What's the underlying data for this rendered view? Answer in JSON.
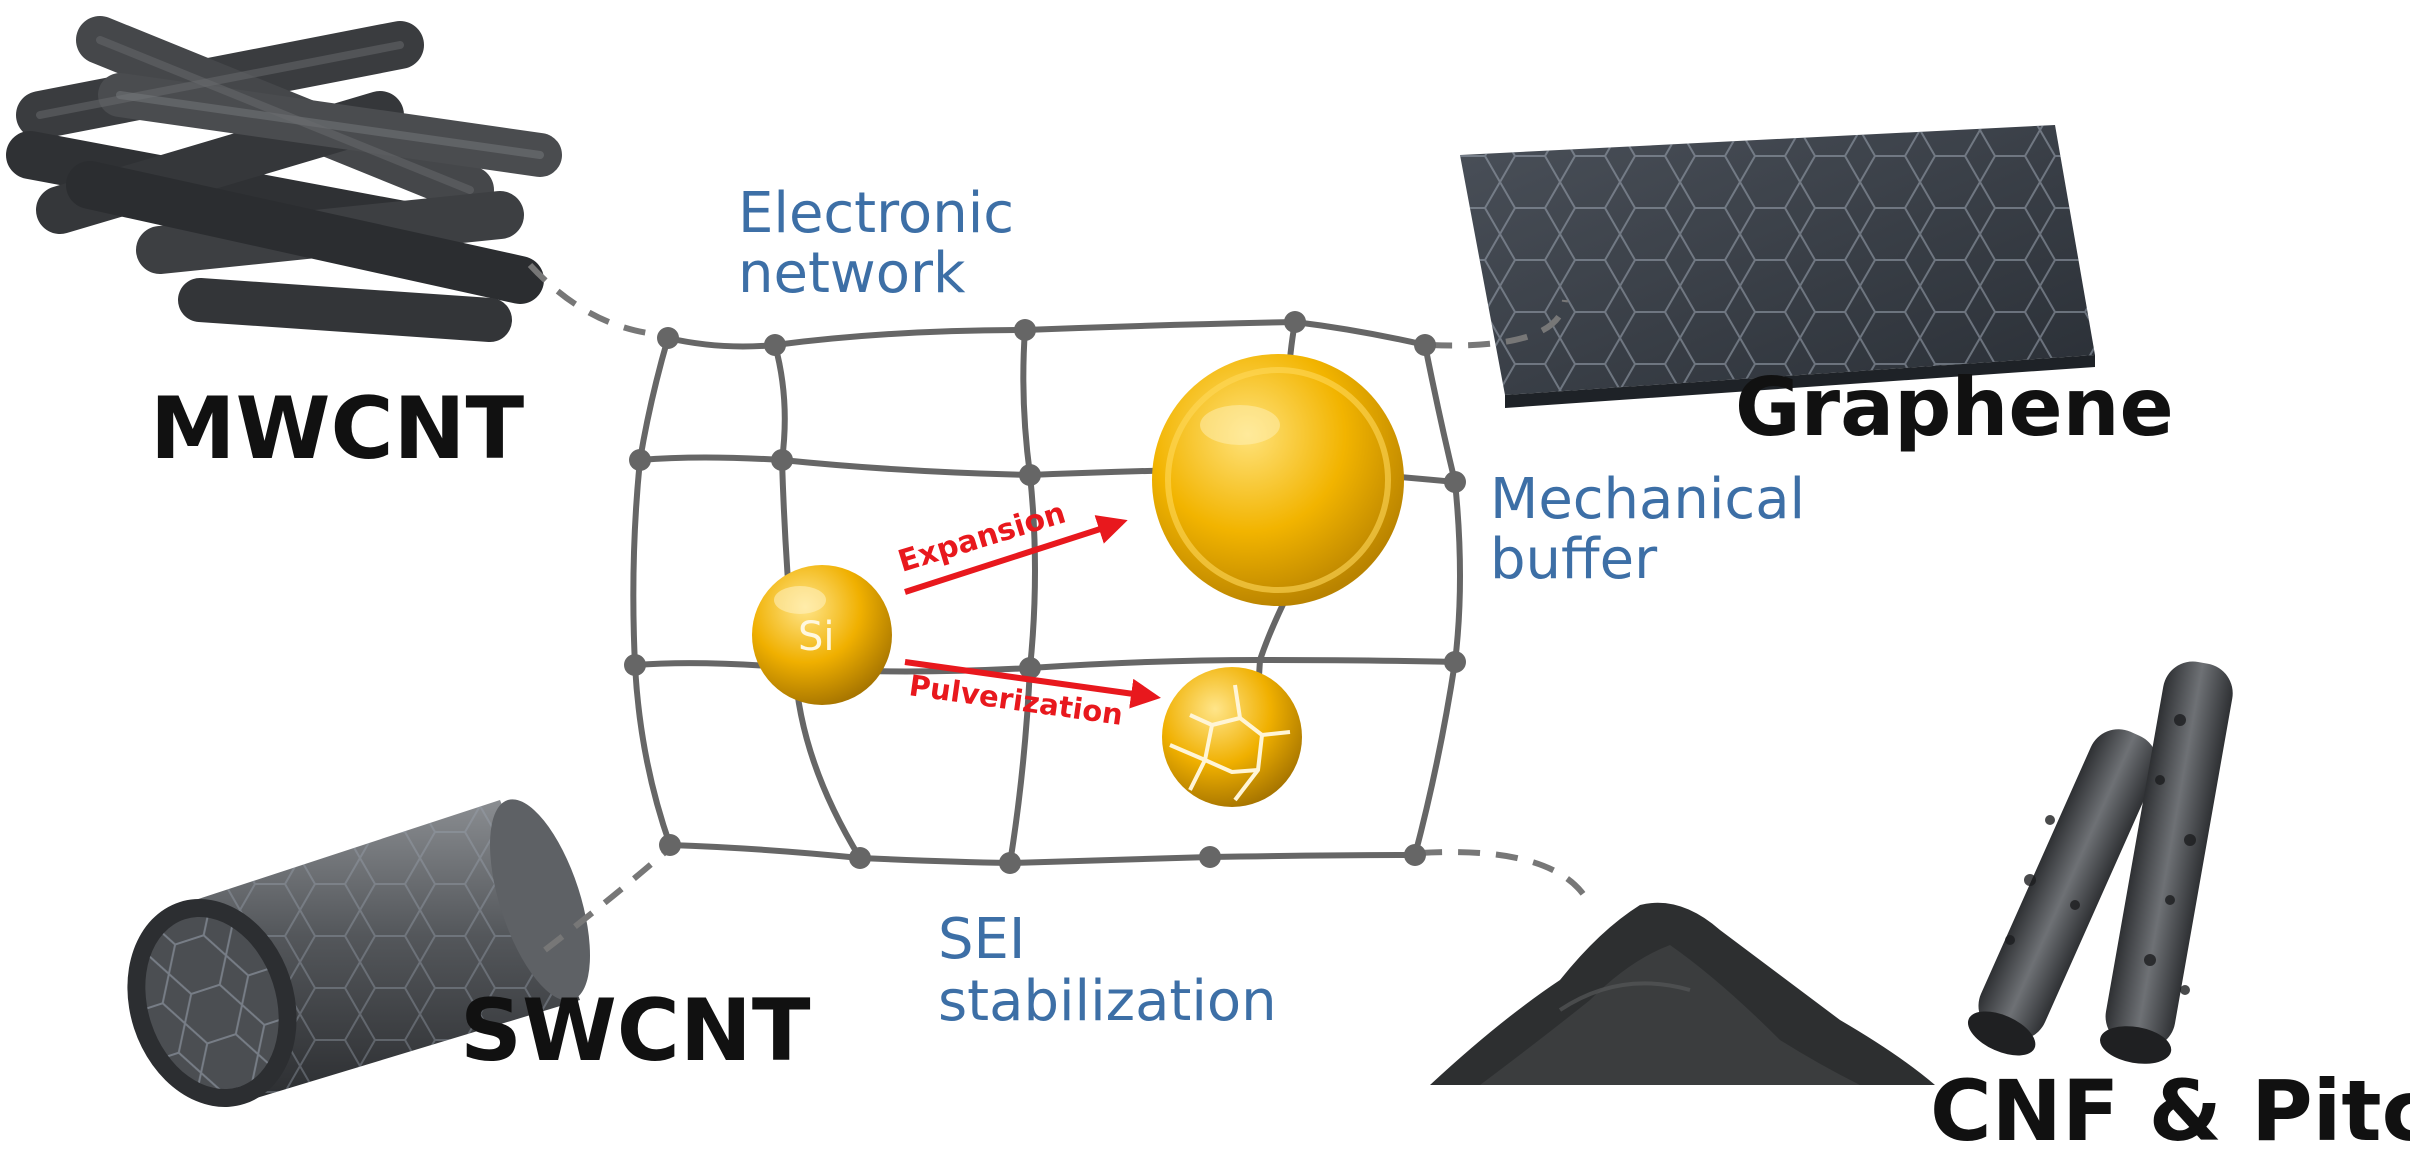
{
  "materials": {
    "mwcnt": "MWCNT",
    "graphene": "Graphene",
    "swcnt": "SWCNT",
    "cnf_pitch": "CNF & Pitch"
  },
  "roles": {
    "electronic_line1": "Electronic",
    "electronic_line2": "network",
    "mechanical_line1": "Mechanical",
    "mechanical_line2": "buffer",
    "sei_line1": "SEI",
    "sei_line2": "stabilization"
  },
  "particles": {
    "si": "Si",
    "expansion": "Expansion",
    "pulverization": "Pulverization"
  },
  "colors": {
    "material_label": "#111111",
    "role_label": "#3d6fa6",
    "arrow": "#e8181d",
    "network": "#666666",
    "particle": "#f2b400"
  }
}
